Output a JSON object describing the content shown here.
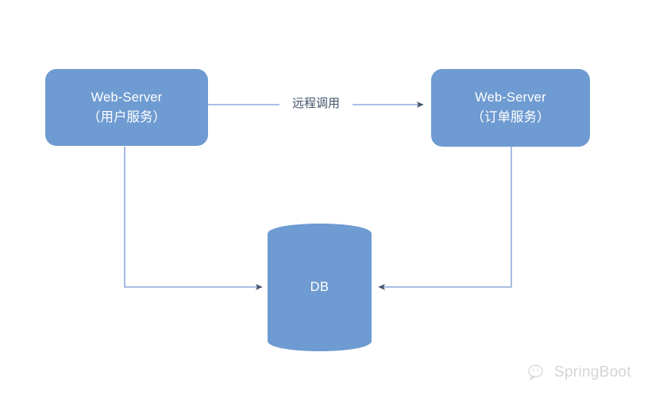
{
  "diagram": {
    "title": "Web-Server remote call architecture with shared DB",
    "background_color": "#ffffff",
    "node_fill_color": "#6e9bd1",
    "node_text_color": "#ffffff",
    "connector_color": "#8faadc",
    "arrowhead_color": "#44546a",
    "label_text_color": "#44546a",
    "nodes": [
      {
        "id": "user-service",
        "shape": "rounded-rectangle",
        "line1": "Web-Server",
        "line2": "（用户服务）"
      },
      {
        "id": "order-service",
        "shape": "rounded-rectangle",
        "line1": "Web-Server",
        "line2": "（订单服务）"
      },
      {
        "id": "database",
        "shape": "cylinder",
        "label": "DB"
      }
    ],
    "edges": [
      {
        "id": "user-to-order",
        "from": "user-service",
        "to": "order-service",
        "label": "远程调用",
        "direction": "right",
        "style": "straight"
      },
      {
        "id": "user-to-db",
        "from": "user-service",
        "to": "database",
        "label": "",
        "direction": "right",
        "style": "elbow"
      },
      {
        "id": "order-to-db",
        "from": "order-service",
        "to": "database",
        "label": "",
        "direction": "left",
        "style": "elbow"
      }
    ]
  },
  "watermark": {
    "text": "SpringBoot",
    "icon": "wechat-icon"
  }
}
